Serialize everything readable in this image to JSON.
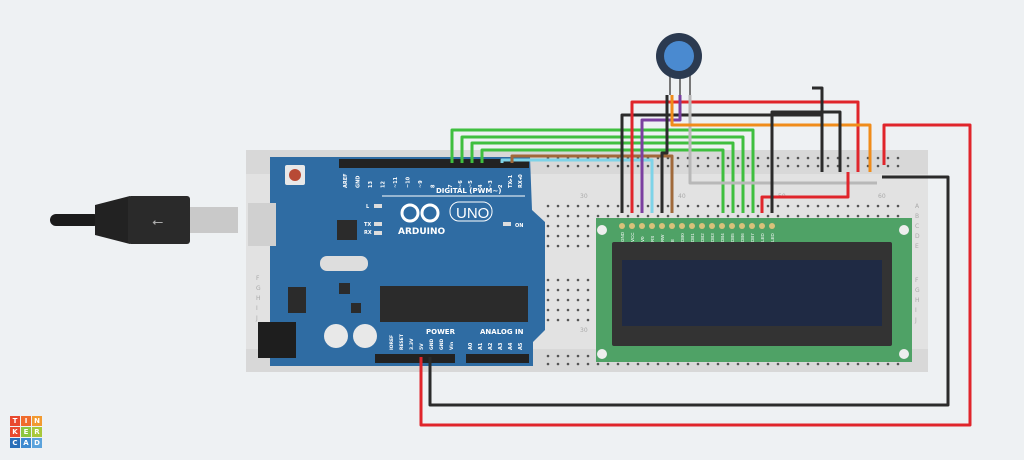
{
  "app": "Tinkercad",
  "logo_letters": [
    "T",
    "I",
    "N",
    "K",
    "E",
    "R",
    "C",
    "A",
    "D"
  ],
  "logo_colors": [
    "#e8492e",
    "#f06b2c",
    "#f29a30",
    "#e84a2e",
    "#8cc63f",
    "#a8c83a",
    "#2a6fb8",
    "#3d8ad0",
    "#5ba3dc"
  ],
  "arduino": {
    "brand": "ARDUINO",
    "model": "UNO",
    "digital_header": "DIGITAL (PWM~)",
    "power_header": "POWER",
    "analog_header": "ANALOG IN",
    "on_label": "ON",
    "led_labels": [
      "L",
      "TX",
      "RX"
    ],
    "digital_pins": [
      "AREF",
      "GND",
      "13",
      "12",
      "~11",
      "~10",
      "~9",
      "8",
      "7",
      "~6",
      "~5",
      "4",
      "~3",
      "2",
      "TX▸1",
      "RX◂0"
    ],
    "power_pins": [
      "IOREF",
      "RESET",
      "3.3V",
      "5V",
      "GND",
      "GND",
      "Vin"
    ],
    "analog_pins": [
      "A0",
      "A1",
      "A2",
      "A3",
      "A4",
      "A5"
    ],
    "board_color": "#2f6ca3"
  },
  "breadboard": {
    "column_labels": [
      "30",
      "40",
      "50",
      "60"
    ],
    "row_labels_top": [
      "A",
      "B",
      "C",
      "D",
      "E"
    ],
    "row_labels_bottom": [
      "F",
      "G",
      "H",
      "I",
      "J"
    ]
  },
  "lcd": {
    "pins": [
      "GND",
      "VCC",
      "V0",
      "RS",
      "RW",
      "E",
      "DB0",
      "DB1",
      "DB2",
      "DB3",
      "DB4",
      "DB5",
      "DB6",
      "DB7",
      "LED",
      "LED"
    ],
    "pcb_color": "#4fa266",
    "screen_color": "#1f2a44"
  },
  "wire_colors": {
    "red": "#e0252b",
    "black": "#2b2b2b",
    "green": "#3fbf3f",
    "cyan": "#7dd3e8",
    "brown": "#a0693a",
    "purple": "#7b3fa0",
    "orange": "#f08c1a",
    "gray": "#b8b8b8"
  }
}
